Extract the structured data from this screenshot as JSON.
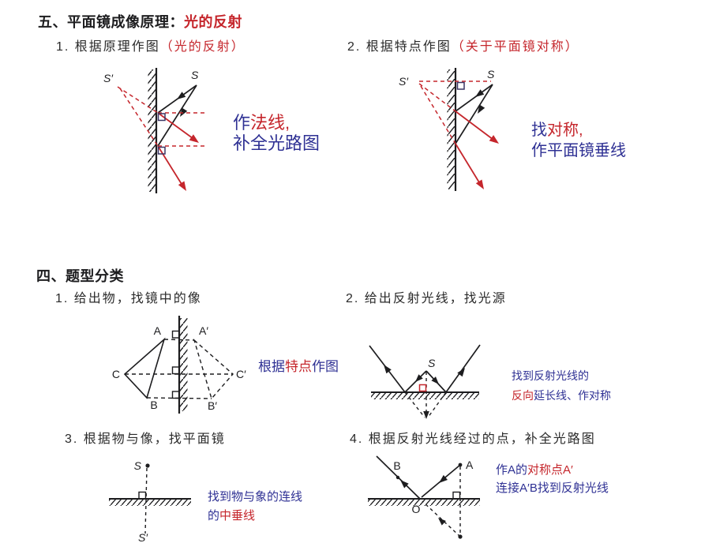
{
  "palette": {
    "red": "#c5262c",
    "blue": "#2f3194",
    "ink": "#1d1d1f",
    "square_indigo": "#3a3564",
    "paper": "#ffffff"
  },
  "section_five": {
    "heading_black": "五、平面镜成像原理：",
    "heading_red": "光的反射",
    "item1_text": "1. 根据原理作图",
    "item1_paren": "（光的反射）",
    "item2_text": "2. 根据特点作图",
    "item2_paren": "（关于平面镜对称）",
    "diagram_principle": {
      "label_image": "S′",
      "label_source": "S",
      "note_blue1": "作",
      "note_red1": "法线,",
      "note_line2": "补全光路图"
    },
    "diagram_symmetry": {
      "label_image": "S′",
      "label_source": "S",
      "note_blue1": "找",
      "note_red1": "对称,",
      "note_line2": "作平面镜垂线"
    }
  },
  "section_four": {
    "heading": "四、题型分类",
    "item1": "1. 给出物，找镜中的像",
    "item2": "2. 给出反射光线，找光源",
    "item3": "3. 根据物与像，找平面镜",
    "item4": "4. 根据反射光线经过的点，补全光路图",
    "diagram_object_image": {
      "label_a": "A",
      "label_a2": "A′",
      "label_b": "B",
      "label_b2": "B′",
      "label_c": "C",
      "label_c2": "C′",
      "note_blue1": "根据",
      "note_red1": "特点",
      "note_blue2": "作图"
    },
    "diagram_find_source": {
      "label_s": "S",
      "note_line1": "找到反射光线的",
      "note_red1": "反向",
      "note_blue2": "延长线、作对称"
    },
    "diagram_find_mirror": {
      "label_s": "S",
      "label_s2": "S′",
      "note_line1": "找到物与象的连线",
      "note_blue1": "的",
      "note_red1": "中垂线"
    },
    "diagram_complete_path": {
      "label_a": "A",
      "label_b": "B",
      "label_o": "O",
      "note_blue1": "作A的",
      "note_red1": "对称点A′",
      "note_line2": "连接A′B找到反射光线"
    }
  }
}
